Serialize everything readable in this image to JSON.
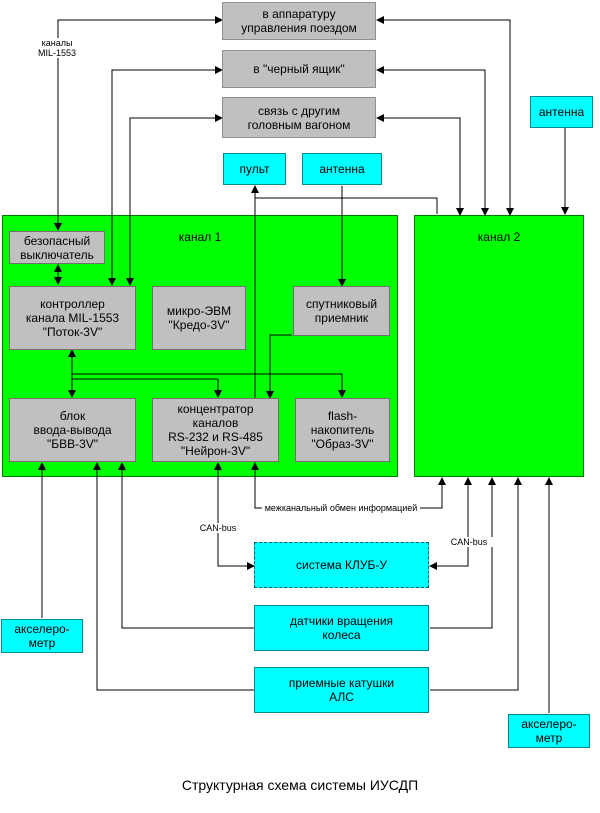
{
  "blocks": {
    "apparatus": "в аппаратуру\nуправления поездом",
    "black_box": "в \"черный ящик\"",
    "link_head": "связь с другим\nголовным вагоном",
    "antenna_top": "антенна",
    "pult": "пульт",
    "antenna_mid": "антенна",
    "channel1": "канал 1",
    "channel2": "канал 2",
    "safe_switch": "безопасный\nвыключатель",
    "controller": "контроллер\nканала MIL-1553\n\"Поток-3V\"",
    "micro_evm": "микро-ЭВМ\n\"Кредо-3V\"",
    "sat_receiver": "спутниковый\nприемник",
    "bvv": "блок\nввода-вывода\n\"БВВ-3V\"",
    "concentrator": "концентратор\nканалов\nRS-232 и RS-485\n\"Нейрон-3V\"",
    "flash": "flash-\nнакопитель\n\"Образ-3V\"",
    "klub": "система КЛУБ-У",
    "wheel_sensors": "датчики вращения\nколеса",
    "als_coils": "приемные катушки\nАЛС",
    "accel_left": "акселеро-\nметр",
    "accel_right": "акселеро-\nметр"
  },
  "labels": {
    "mil_channels": "каналы\nMIL-1553",
    "can_left": "CAN-bus",
    "can_right": "CAN-bus",
    "interchannel": "межканальный обмен информацией"
  },
  "caption": "Структурная схема системы ИУСДП"
}
